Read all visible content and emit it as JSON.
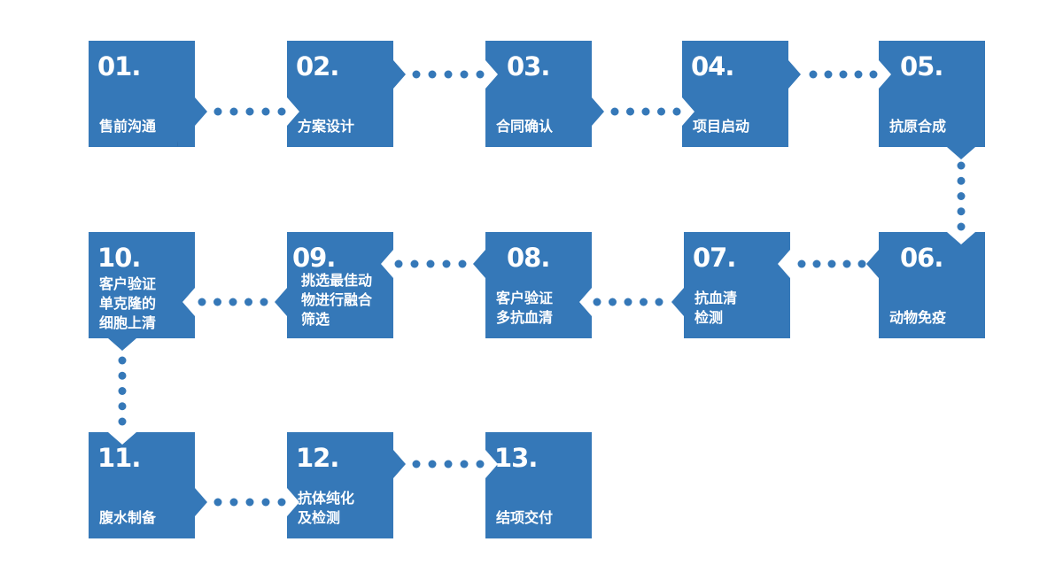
{
  "title": "Monoclonal antibody service process",
  "colors": {
    "box": "#3578b8",
    "watermark": "#2c5f96",
    "dot": "#3578b8",
    "text": "#ffffff"
  },
  "steps": [
    {
      "number": "01.",
      "label": "售前沟通",
      "icon": "chat-people-icon"
    },
    {
      "number": "02.",
      "label": "方案设计",
      "icon": "document-pen-icon"
    },
    {
      "number": "03.",
      "label": "合同确认",
      "icon": "contract-star-icon"
    },
    {
      "number": "04.",
      "label": "项目启动",
      "icon": "rocket-icon"
    },
    {
      "number": "05.",
      "label": "抗原合成",
      "icon": "gear-antibody-icon"
    },
    {
      "number": "06.",
      "label": "动物免疫",
      "icon": "rabbit-syringe-icon"
    },
    {
      "number": "07.",
      "label": "抗血清\n检测",
      "icon": "test-tubes-icon"
    },
    {
      "number": "08.",
      "label": "客户验证\n多抗血清",
      "icon": "lab-equipment-icon"
    },
    {
      "number": "09.",
      "label": "挑选最佳动\n物进行融合\n筛选",
      "icon": "microscope-icon"
    },
    {
      "number": "10.",
      "label": "客户验证\n单克隆的\n细胞上清",
      "icon": "user-lab-icon"
    },
    {
      "number": "11.",
      "label": "腹水制备",
      "icon": "mouse-icon"
    },
    {
      "number": "12.",
      "label": "抗体纯化\n及检测",
      "icon": "flask-tube-icon"
    },
    {
      "number": "13.",
      "label": "结项交付",
      "icon": "delivery-check-icon"
    }
  ]
}
